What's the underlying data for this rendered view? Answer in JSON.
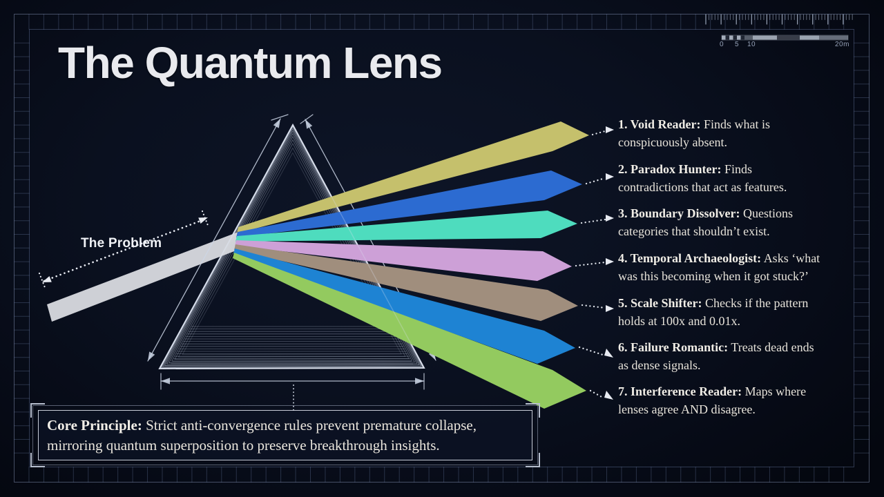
{
  "title": "The Quantum Lens",
  "problem": {
    "label": "The Problem",
    "beam_color": "#d6d8de"
  },
  "lenses": [
    {
      "label": "1. Void Reader:",
      "desc1": "Finds what is",
      "desc2": "conspicuously absent.",
      "color": "#c5c06c"
    },
    {
      "label": "2. Paradox Hunter:",
      "desc1": "Finds",
      "desc2": "contradictions that act as features.",
      "color": "#2c6bd1"
    },
    {
      "label": "3. Boundary Dissolver:",
      "desc1": "Questions",
      "desc2": "categories that shouldn’t exist.",
      "color": "#4edcbe"
    },
    {
      "label": "4. Temporal Archaeologist:",
      "desc1": "Asks ‘what",
      "desc2": "was this becoming when it got stuck?’",
      "color": "#cda0d7"
    },
    {
      "label": "5. Scale Shifter:",
      "desc1": "Checks if the pattern",
      "desc2": "holds at 100x and 0.01x.",
      "color": "#a08e7d"
    },
    {
      "label": "6. Failure Romantic:",
      "desc1": "Treats dead ends",
      "desc2": "as dense signals.",
      "color": "#1e83d3"
    },
    {
      "label": "7. Interference Reader:",
      "desc1": "Maps where",
      "desc2": "lenses agree AND disagree.",
      "color": "#93ca5f"
    }
  ],
  "core_principle": {
    "label": "Core Principle:",
    "line1": "Strict anti-convergence rules prevent premature collapse,",
    "line2": "mirroring quantum superposition to preserve breakthrough insights."
  },
  "scale_bar": {
    "labels": [
      "0",
      "5",
      "10",
      "20m"
    ]
  }
}
